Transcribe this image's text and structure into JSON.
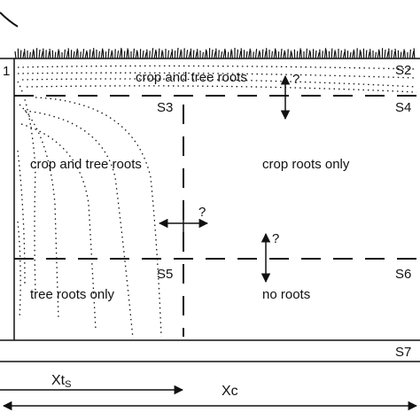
{
  "top_left_mark": "1",
  "zones": {
    "upper_layer": "crop and tree roots",
    "left_middle": "crop and tree roots",
    "right_middle": "crop roots only",
    "left_lower": "tree roots only",
    "right_lower": "no roots"
  },
  "boundary_labels": {
    "s2": "S2",
    "s3": "S3",
    "s4": "S4",
    "s5": "S5",
    "s6": "S6",
    "s7": "S7"
  },
  "uncertainty_mark": "?",
  "distances": {
    "xts_main": "Xt",
    "xts_sub": "S",
    "xc": "Xc"
  },
  "icons": [
    "grass-strip-icon",
    "double-arrow-icon"
  ],
  "colors": {
    "ink": "#111111",
    "background": "#ffffff"
  }
}
